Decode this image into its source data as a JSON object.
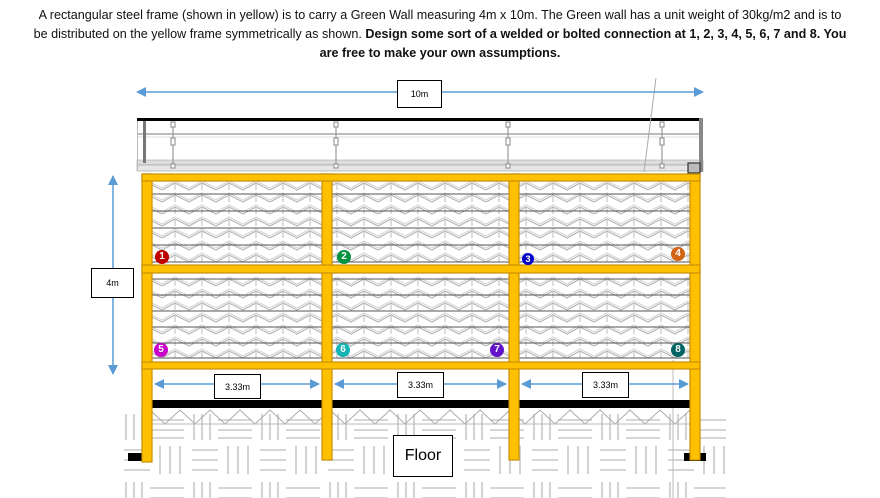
{
  "problem_statement": {
    "line1": "A rectangular steel frame (shown in yellow) is to carry a Green Wall measuring 4m x 10m. The Green wall has a unit weight of 30kg/m2 and is to",
    "line2_normal": "be distributed on the yellow frame symmetrically as shown. ",
    "line2_bold": "Design some sort of a welded or bolted connection at 1, 2, 3, 4, 5, 6, 7 and 8. You",
    "line3_bold": "are free to make your own assumptions."
  },
  "dimensions": {
    "width_label": "10m",
    "height_label": "4m",
    "bay_labels": [
      "3.33m",
      "3.33m",
      "3.33m"
    ],
    "floor_label": "Floor"
  },
  "connections": [
    {
      "id": "1",
      "color": "#c00000"
    },
    {
      "id": "2",
      "color": "#00923f"
    },
    {
      "id": "3",
      "color": "#0000c8"
    },
    {
      "id": "4",
      "color": "#d26414"
    },
    {
      "id": "5",
      "color": "#c800c8"
    },
    {
      "id": "6",
      "color": "#14b4b4"
    },
    {
      "id": "7",
      "color": "#6414c8"
    },
    {
      "id": "8",
      "color": "#006464"
    }
  ],
  "colors": {
    "frame_yellow": "#ffc000",
    "frame_edge": "#c89000",
    "dimension_blue": "#5b9bd5"
  }
}
